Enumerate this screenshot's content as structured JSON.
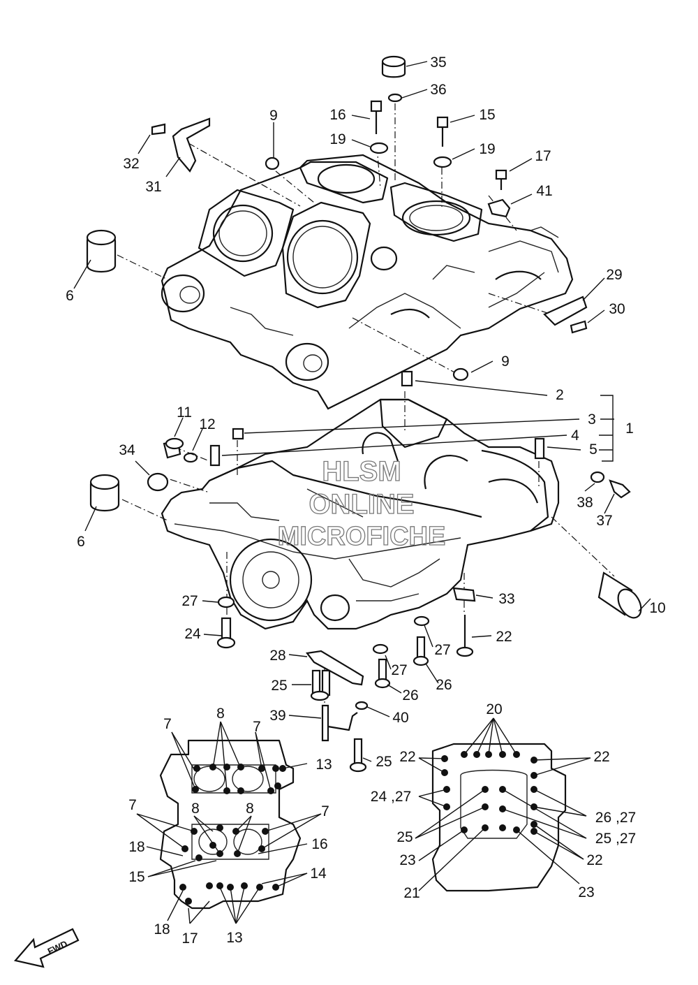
{
  "watermark": {
    "line1": "HLSM",
    "line2": "ONLINE",
    "line3": "MICROFICHE"
  },
  "direction_arrow": {
    "label": "FWD",
    "icon": "forward-arrow-icon"
  },
  "callouts": [
    {
      "id": "c35",
      "text": "35"
    },
    {
      "id": "c36",
      "text": "36"
    },
    {
      "id": "c16a",
      "text": "16"
    },
    {
      "id": "c15a",
      "text": "15"
    },
    {
      "id": "c9a",
      "text": "9"
    },
    {
      "id": "c19a",
      "text": "19"
    },
    {
      "id": "c19b",
      "text": "19"
    },
    {
      "id": "c17a",
      "text": "17"
    },
    {
      "id": "c32",
      "text": "32"
    },
    {
      "id": "c31",
      "text": "31"
    },
    {
      "id": "c41",
      "text": "41"
    },
    {
      "id": "c6a",
      "text": "6"
    },
    {
      "id": "c29",
      "text": "29"
    },
    {
      "id": "c30",
      "text": "30"
    },
    {
      "id": "c9b",
      "text": "9"
    },
    {
      "id": "c2",
      "text": "2"
    },
    {
      "id": "c3",
      "text": "3"
    },
    {
      "id": "c1",
      "text": "1"
    },
    {
      "id": "c4",
      "text": "4"
    },
    {
      "id": "c5",
      "text": "5"
    },
    {
      "id": "c11",
      "text": "11"
    },
    {
      "id": "c12",
      "text": "12"
    },
    {
      "id": "c34",
      "text": "34"
    },
    {
      "id": "c38",
      "text": "38"
    },
    {
      "id": "c37",
      "text": "37"
    },
    {
      "id": "c6b",
      "text": "6"
    },
    {
      "id": "c10",
      "text": "10"
    },
    {
      "id": "c27a",
      "text": "27"
    },
    {
      "id": "c33",
      "text": "33"
    },
    {
      "id": "c24a",
      "text": "24"
    },
    {
      "id": "c22a",
      "text": "22"
    },
    {
      "id": "c27b",
      "text": "27"
    },
    {
      "id": "c28",
      "text": "28"
    },
    {
      "id": "c27c",
      "text": "27"
    },
    {
      "id": "c26a",
      "text": "26"
    },
    {
      "id": "c26b",
      "text": "26"
    },
    {
      "id": "c25a",
      "text": "25"
    },
    {
      "id": "c39",
      "text": "39"
    },
    {
      "id": "c40",
      "text": "40"
    },
    {
      "id": "c25b",
      "text": "25"
    },
    {
      "id": "c7a",
      "text": "7"
    },
    {
      "id": "c8a",
      "text": "8"
    },
    {
      "id": "c7b",
      "text": "7"
    },
    {
      "id": "c13a",
      "text": "13"
    },
    {
      "id": "c20",
      "text": "20"
    },
    {
      "id": "c22b",
      "text": "22"
    },
    {
      "id": "c22c",
      "text": "22"
    },
    {
      "id": "c2427",
      "text": "24 ,27"
    },
    {
      "id": "c2627",
      "text": "26 ,27"
    },
    {
      "id": "c25c",
      "text": "25"
    },
    {
      "id": "c2527",
      "text": "25 ,27"
    },
    {
      "id": "c23a",
      "text": "23"
    },
    {
      "id": "c22d",
      "text": "22"
    },
    {
      "id": "c21",
      "text": "21"
    },
    {
      "id": "c23b",
      "text": "23"
    },
    {
      "id": "c7c",
      "text": "7"
    },
    {
      "id": "c8b",
      "text": "8"
    },
    {
      "id": "c8c",
      "text": "8"
    },
    {
      "id": "c7d",
      "text": "7"
    },
    {
      "id": "c18a",
      "text": "18"
    },
    {
      "id": "c16b",
      "text": "16"
    },
    {
      "id": "c15b",
      "text": "15"
    },
    {
      "id": "c14",
      "text": "14"
    },
    {
      "id": "c18b",
      "text": "18"
    },
    {
      "id": "c17b",
      "text": "17"
    },
    {
      "id": "c13b",
      "text": "13"
    }
  ]
}
